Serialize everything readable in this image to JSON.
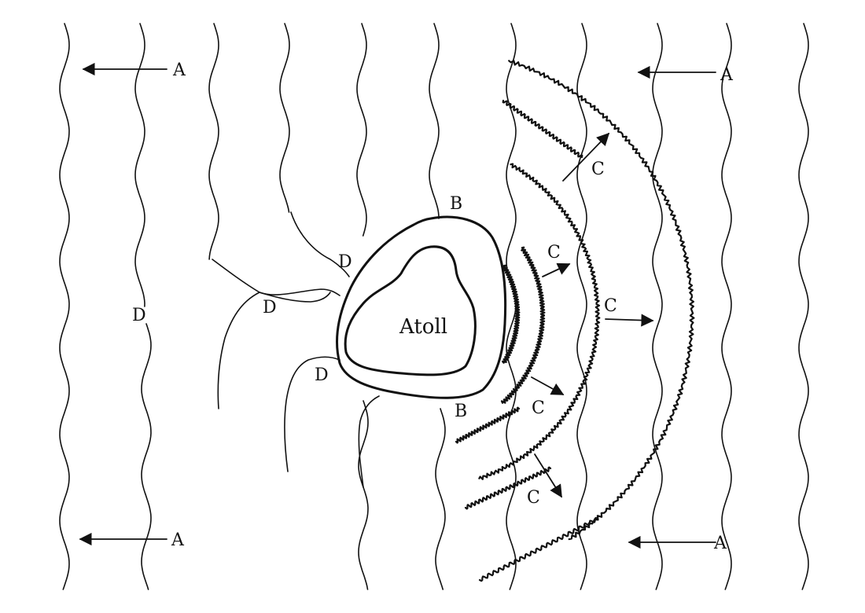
{
  "diagram": {
    "atoll_label": "Atoll",
    "labels": {
      "A": "A",
      "B": "B",
      "C": "C",
      "D": "D"
    }
  }
}
